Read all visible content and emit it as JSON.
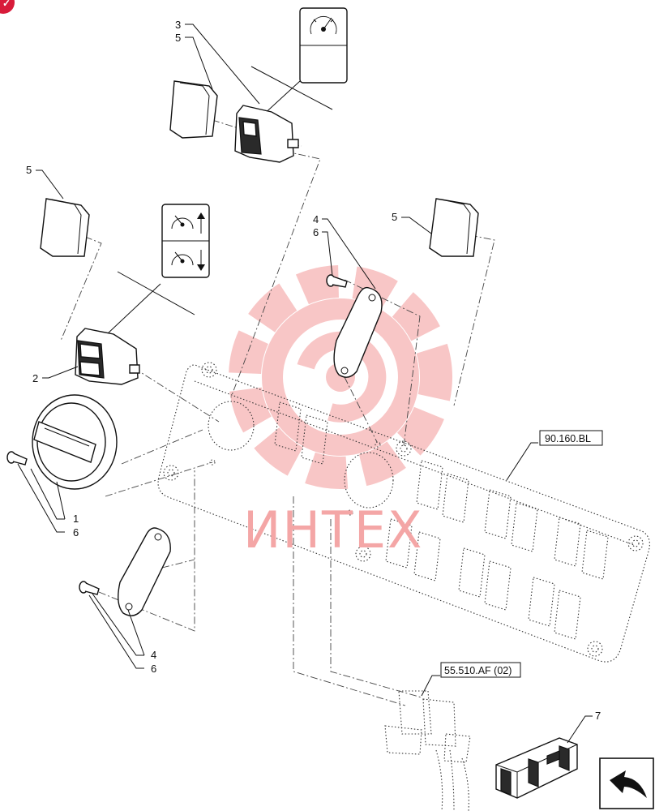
{
  "callouts": {
    "c3": "3",
    "c5a": "5",
    "c5b": "5",
    "c5c": "5",
    "c4a": "4",
    "c6a": "6",
    "c2": "2",
    "c1": "1",
    "c6b": "6",
    "c4b": "4",
    "c6c": "6",
    "c7": "7"
  },
  "references": {
    "panel_ref": "90.160.BL",
    "harness_ref": "55.510.AF (02)"
  },
  "watermark": {
    "text": "ИНТЕХ",
    "color": "#f4a6a6"
  },
  "colors": {
    "line": "#111111",
    "watermark_gear": "#f6b3b3",
    "corner_badge": "#d81b3a"
  },
  "icons": {
    "corner_badge": "red-corner-badge-icon",
    "switch_symbol_single": "gauge-dial-icon",
    "switch_symbol_up": "gauge-arrow-up-icon",
    "switch_symbol_down": "gauge-arrow-down-icon",
    "kit": "parts-kit-box-icon",
    "nav": "previous-page-arrow-icon"
  }
}
